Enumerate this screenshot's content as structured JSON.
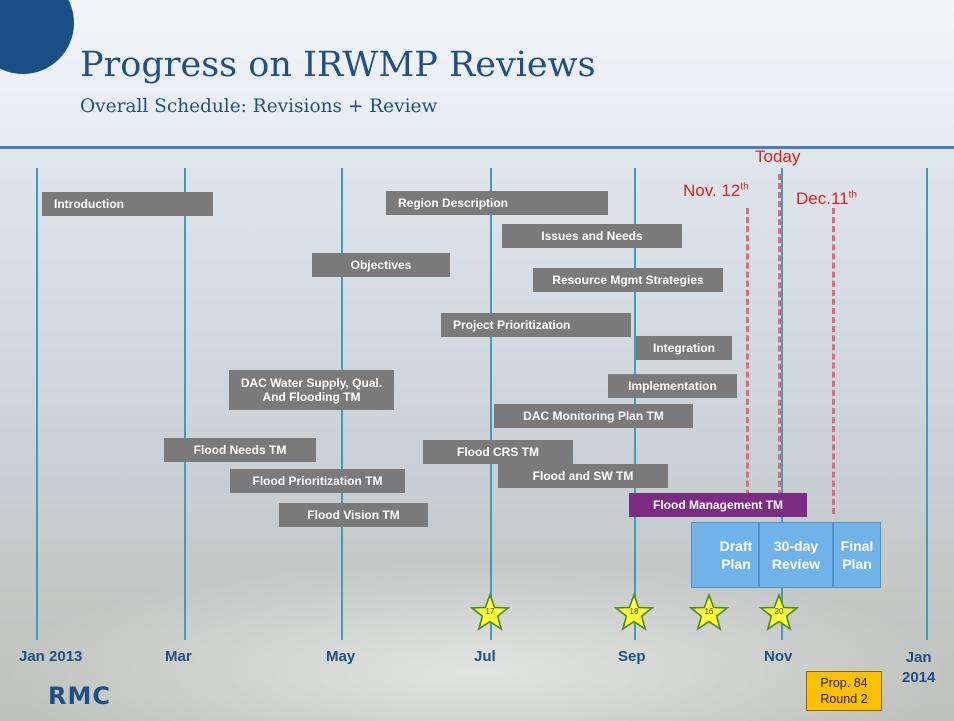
{
  "slide": {
    "title": "Progress on IRWMP Reviews",
    "subtitle": "Overall Schedule: Revisions + Review"
  },
  "timeline": {
    "months": [
      "Jan 2013",
      "Mar",
      "May",
      "Jul",
      "Sep",
      "Nov",
      "Jan\n2014"
    ],
    "today_label": "Today",
    "milestones": [
      {
        "label": "Nov. 12",
        "sup": "th"
      },
      {
        "label": "Dec.11",
        "sup": "th"
      }
    ]
  },
  "tasks": [
    "Introduction",
    "Region Description",
    "Issues and Needs",
    "Objectives",
    "Resource Mgmt Strategies",
    "Project Prioritization",
    "Integration",
    "DAC Water Supply, Qual. And Flooding TM",
    "Implementation",
    "DAC Monitoring Plan TM",
    "Flood Needs TM",
    "Flood CRS TM",
    "Flood and SW TM",
    "Flood Prioritization TM",
    "Flood Management TM",
    "Flood Vision TM"
  ],
  "plan_phases": [
    "Draft Plan",
    "30-day Review",
    "Final Plan"
  ],
  "stars": [
    "17",
    "18",
    "16",
    "20"
  ],
  "colors": {
    "title": "#1f4f86",
    "task_bar": "#7a7a7a",
    "highlight_bar": "#7a2c82",
    "plan_box": "#6fb3e8",
    "milestone_text": "#e0201c",
    "gridline": "#3d9fb7",
    "star": "#ffff33"
  },
  "footer": {
    "prop_label": "Prop. 84\nRound 2",
    "logo": "RMC"
  }
}
